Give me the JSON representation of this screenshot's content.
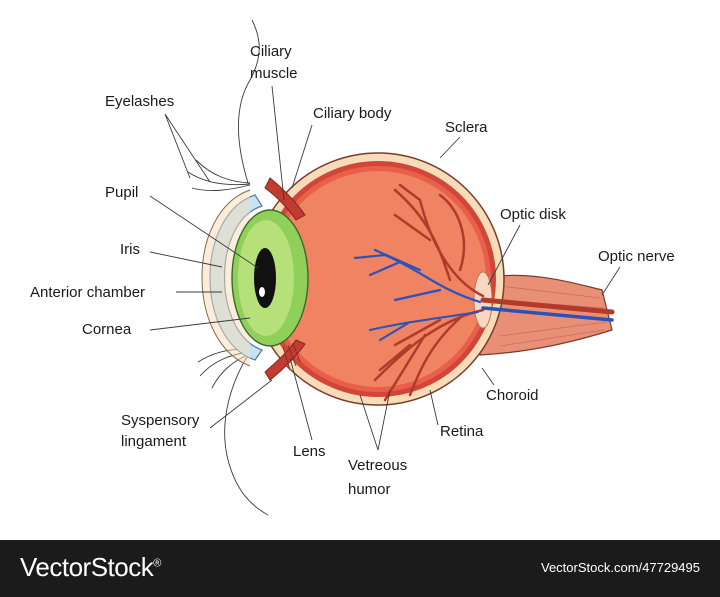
{
  "diagram": {
    "labels": {
      "ciliary_muscle_1": "Ciliary",
      "ciliary_muscle_2": "muscle",
      "ciliary_body": "Ciliary body",
      "sclera": "Sclera",
      "eyelashes": "Eyelashes",
      "pupil": "Pupil",
      "optic_disk": "Optic disk",
      "optic_nerve": "Optic nerve",
      "iris": "Iris",
      "anterior_chamber": "Anterior chamber",
      "cornea": "Cornea",
      "choroid": "Choroid",
      "suspensory_1": "Syspensory",
      "suspensory_2": "lingament",
      "retina": "Retina",
      "lens": "Lens",
      "vitreous_1": "Vetreous",
      "vitreous_2": "humor"
    },
    "colors": {
      "sclera": "#f6dcb8",
      "choroid": "#d2463a",
      "vitreous": "#ef8362",
      "iris": "#8fcf5a",
      "cornea": "#c7e2f2",
      "vessels_red": "#b23a2a",
      "vessels_blue": "#2c52b8",
      "optic_nerve": "#e98f76"
    }
  },
  "footer": {
    "brand": "VectorStock",
    "brand_mark": "®",
    "stock_id": "VectorStock.com/47729495"
  }
}
